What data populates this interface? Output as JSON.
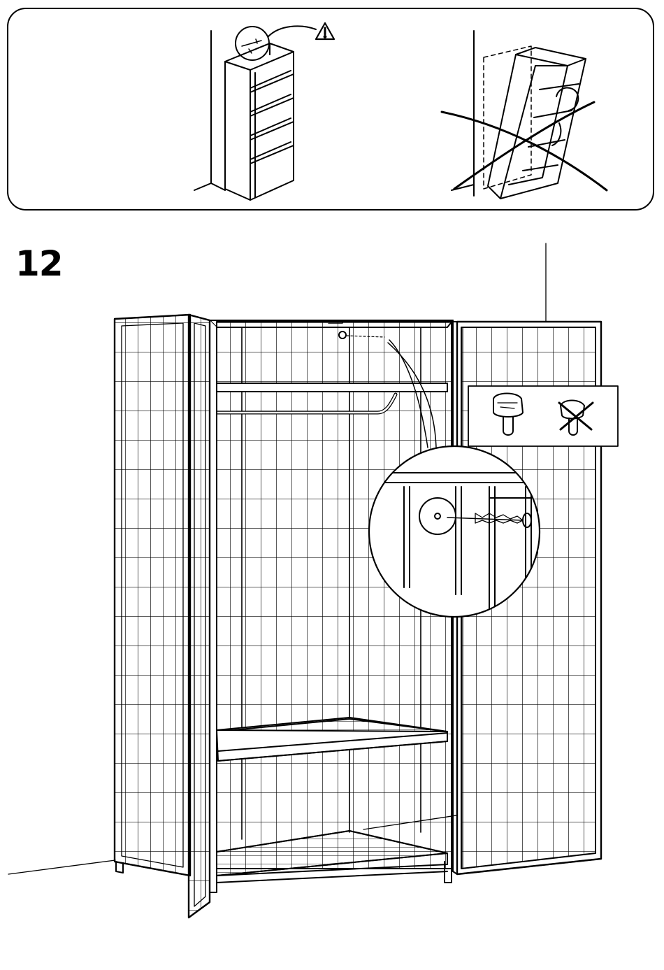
{
  "step": {
    "number": "12"
  },
  "warning_panel": {
    "icon": "warning-triangle-icon",
    "correct_example": "bookcase-against-wall",
    "incorrect_example": "bookcase-tipping-over-crossed"
  },
  "detail_callout": {
    "correct_icon": "screw-with-plug-icon",
    "incorrect_icon": "screw-without-plug-crossed-icon"
  },
  "colors": {
    "line": "#000000",
    "background": "#ffffff"
  }
}
